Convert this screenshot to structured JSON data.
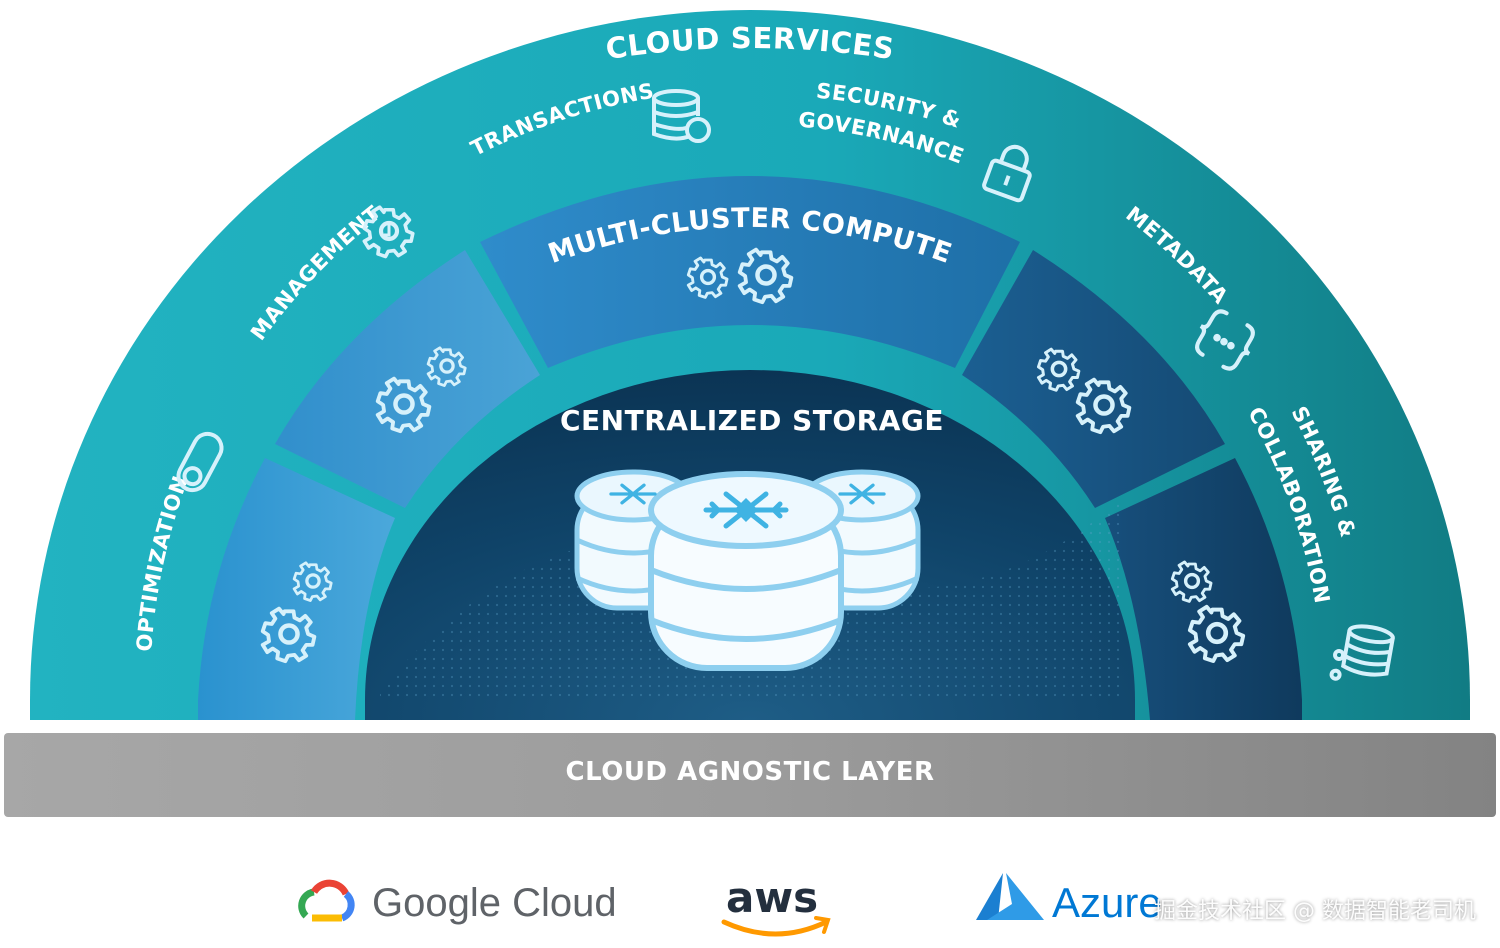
{
  "layers": {
    "cloud_services": {
      "title": "CLOUD SERVICES",
      "items": [
        {
          "label": "OPTIMIZATION",
          "icon": "toggle-icon"
        },
        {
          "label": "MANAGEMENT",
          "icon": "clock-gear-icon"
        },
        {
          "label": "TRANSACTIONS",
          "icon": "database-sync-icon"
        },
        {
          "label_line1": "SECURITY &",
          "label_line2": "GOVERNANCE",
          "icon": "lock-icon"
        },
        {
          "label": "METADATA",
          "icon": "curly-braces-icon"
        },
        {
          "label_line1": "SHARING &",
          "label_line2": "COLLABORATION",
          "icon": "database-share-icon"
        }
      ]
    },
    "compute": {
      "title": "MULTI-CLUSTER COMPUTE",
      "icon": "gears-icon"
    },
    "storage": {
      "title": "CENTRALIZED STORAGE",
      "icon": "snowflake-database-icon"
    },
    "agnostic": {
      "title": "CLOUD AGNOSTIC LAYER"
    }
  },
  "providers": [
    {
      "name": "Google Cloud",
      "icon": "google-cloud-logo-icon"
    },
    {
      "name": "aws",
      "icon": "aws-smile-logo-icon"
    },
    {
      "name": "Azure",
      "icon": "azure-logo-icon"
    }
  ],
  "watermark": "掘金技术社区 @ 数据智能老司机",
  "colors": {
    "outer_arc": "#1fb2bf",
    "outer_arc_right": "#138a8e",
    "compute_blue": "#2f8fcf",
    "compute_dark": "#144f7c",
    "storage_dark": "#0d3f63",
    "agnostic_gray": "#9a9a9a",
    "icon_light": "#d6f1fb"
  }
}
